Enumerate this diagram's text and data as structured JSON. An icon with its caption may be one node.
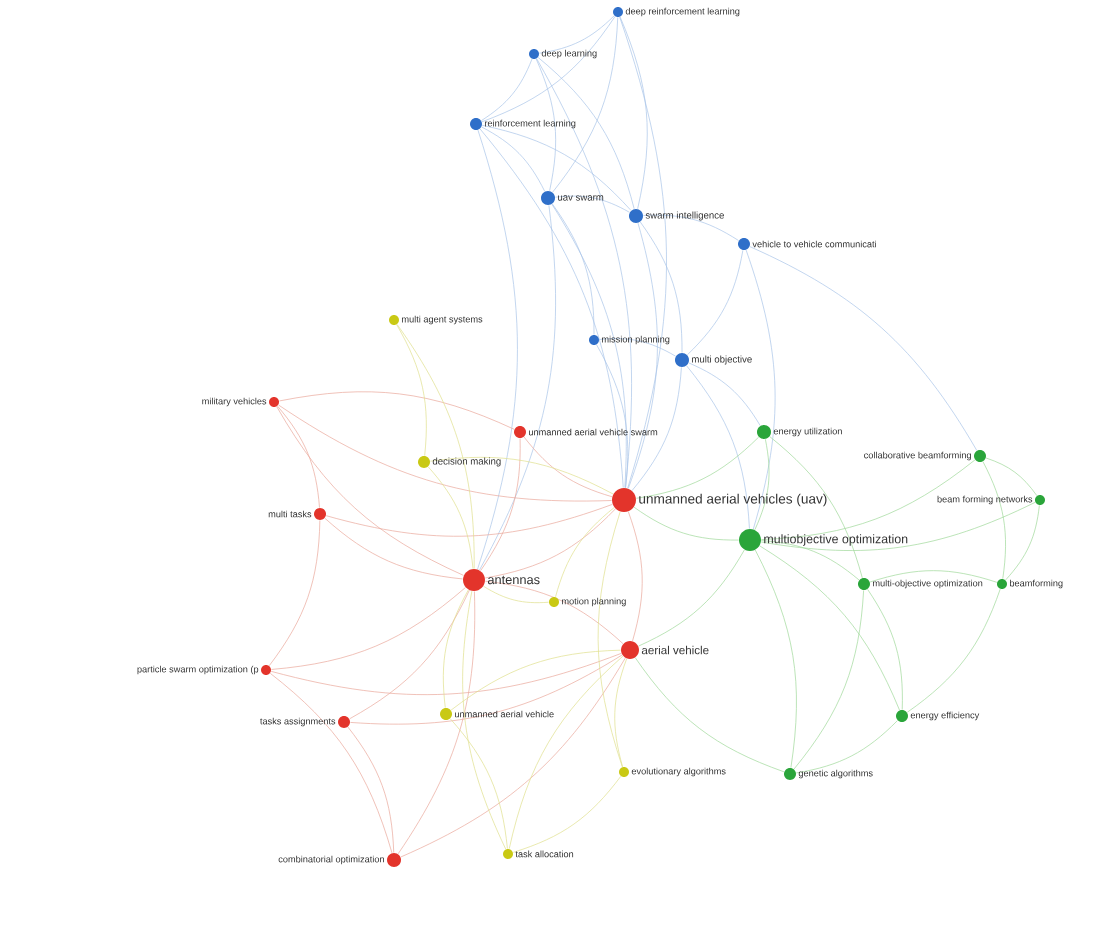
{
  "diagram": {
    "nodes": [
      {
        "text": [
          "deep reinforcement learning"
        ]
      },
      {
        "text": [
          "deep learning"
        ]
      },
      {
        "text": [
          "reinforcement learning"
        ]
      },
      {
        "text": [
          "uav swarm"
        ]
      },
      {
        "text": [
          "swarm intelligence"
        ]
      },
      {
        "text": [
          "vehicle to vehicle communicati"
        ]
      },
      {
        "text": [
          "mission planning"
        ]
      },
      {
        "text": [
          "multi objective"
        ]
      },
      {
        "text": [
          "multi agent systems"
        ]
      },
      {
        "text": [
          "military vehicles"
        ]
      },
      {
        "text": [
          "unmanned aerial vehicle swarm"
        ]
      },
      {
        "text": [
          "decision making"
        ]
      },
      {
        "text": [
          "unmanned aerial vehicles (uav)"
        ]
      },
      {
        "text": [
          "energy utilization"
        ]
      },
      {
        "text": [
          "collaborative beamforming"
        ]
      },
      {
        "text": [
          "beam forming networks"
        ]
      },
      {
        "text": [
          "multi tasks"
        ]
      },
      {
        "text": [
          "multiobjective optimization"
        ]
      },
      {
        "text": [
          "antennas"
        ]
      },
      {
        "text": [
          "multi-objective optimization"
        ]
      },
      {
        "text": [
          "beamforming"
        ]
      },
      {
        "text": [
          "motion planning"
        ]
      },
      {
        "text": [
          "aerial vehicle"
        ]
      },
      {
        "text": [
          "particle swarm optimization (p"
        ]
      },
      {
        "text": [
          "tasks assignments"
        ]
      },
      {
        "text": [
          "unmanned aerial vehicle"
        ]
      },
      {
        "text": [
          "energy efficiency"
        ]
      },
      {
        "text": [
          "evolutionary algorithms"
        ]
      },
      {
        "text": [
          "genetic algorithms"
        ]
      },
      {
        "text": [
          "combinatorial optimization"
        ]
      },
      {
        "text": [
          "task allocation"
        ]
      }
    ],
    "edges": [
      {
        "from": 0,
        "to": 1,
        "arrow": "none",
        "color": "#a9c4e8"
      },
      {
        "from": 0,
        "to": 2,
        "arrow": "none",
        "color": "#a9c4e8"
      },
      {
        "from": 0,
        "to": 3,
        "arrow": "none",
        "color": "#a9c4e8"
      },
      {
        "from": 0,
        "to": 4,
        "arrow": "none",
        "color": "#a9c4e8"
      },
      {
        "from": 0,
        "to": 12,
        "arrow": "none",
        "color": "#a9c4e8"
      },
      {
        "from": 1,
        "to": 2,
        "arrow": "none",
        "color": "#a9c4e8"
      },
      {
        "from": 1,
        "to": 3,
        "arrow": "none",
        "color": "#a9c4e8"
      },
      {
        "from": 1,
        "to": 4,
        "arrow": "none",
        "color": "#a9c4e8"
      },
      {
        "from": 1,
        "to": 12,
        "arrow": "none",
        "color": "#a9c4e8"
      },
      {
        "from": 2,
        "to": 3,
        "arrow": "none",
        "color": "#a9c4e8"
      },
      {
        "from": 2,
        "to": 4,
        "arrow": "none",
        "color": "#a9c4e8"
      },
      {
        "from": 2,
        "to": 12,
        "arrow": "none",
        "color": "#a9c4e8"
      },
      {
        "from": 2,
        "to": 18,
        "arrow": "none",
        "color": "#a9c4e8"
      },
      {
        "from": 3,
        "to": 4,
        "arrow": "none",
        "color": "#a9c4e8"
      },
      {
        "from": 3,
        "to": 6,
        "arrow": "none",
        "color": "#a9c4e8"
      },
      {
        "from": 3,
        "to": 12,
        "arrow": "none",
        "color": "#a9c4e8"
      },
      {
        "from": 3,
        "to": 18,
        "arrow": "none",
        "color": "#a9c4e8"
      },
      {
        "from": 4,
        "to": 5,
        "arrow": "none",
        "color": "#a9c4e8"
      },
      {
        "from": 4,
        "to": 7,
        "arrow": "none",
        "color": "#a9c4e8"
      },
      {
        "from": 4,
        "to": 12,
        "arrow": "none",
        "color": "#a9c4e8"
      },
      {
        "from": 5,
        "to": 7,
        "arrow": "none",
        "color": "#a9c4e8"
      },
      {
        "from": 5,
        "to": 17,
        "arrow": "none",
        "color": "#a9c4e8"
      },
      {
        "from": 5,
        "to": 14,
        "arrow": "none",
        "color": "#a9c4e8"
      },
      {
        "from": 6,
        "to": 7,
        "arrow": "none",
        "color": "#a9c4e8"
      },
      {
        "from": 6,
        "to": 12,
        "arrow": "none",
        "color": "#a9c4e8"
      },
      {
        "from": 7,
        "to": 12,
        "arrow": "none",
        "color": "#a9c4e8"
      },
      {
        "from": 7,
        "to": 17,
        "arrow": "none",
        "color": "#a9c4e8"
      },
      {
        "from": 7,
        "to": 13,
        "arrow": "none",
        "color": "#a9c4e8"
      },
      {
        "from": 12,
        "to": 18,
        "arrow": "none",
        "color": "#e9a79b"
      },
      {
        "from": 12,
        "to": 22,
        "arrow": "none",
        "color": "#e9a79b"
      },
      {
        "from": 12,
        "to": 10,
        "arrow": "none",
        "color": "#e9a79b"
      },
      {
        "from": 12,
        "to": 9,
        "arrow": "none",
        "color": "#e9a79b"
      },
      {
        "from": 12,
        "to": 16,
        "arrow": "none",
        "color": "#e9a79b"
      },
      {
        "from": 18,
        "to": 22,
        "arrow": "none",
        "color": "#e9a79b"
      },
      {
        "from": 18,
        "to": 9,
        "arrow": "none",
        "color": "#e9a79b"
      },
      {
        "from": 18,
        "to": 16,
        "arrow": "none",
        "color": "#e9a79b"
      },
      {
        "from": 18,
        "to": 23,
        "arrow": "none",
        "color": "#e9a79b"
      },
      {
        "from": 18,
        "to": 24,
        "arrow": "none",
        "color": "#e9a79b"
      },
      {
        "from": 18,
        "to": 29,
        "arrow": "none",
        "color": "#e9a79b"
      },
      {
        "from": 22,
        "to": 29,
        "arrow": "none",
        "color": "#e9a79b"
      },
      {
        "from": 22,
        "to": 24,
        "arrow": "none",
        "color": "#e9a79b"
      },
      {
        "from": 22,
        "to": 23,
        "arrow": "none",
        "color": "#e9a79b"
      },
      {
        "from": 9,
        "to": 16,
        "arrow": "none",
        "color": "#e9a79b"
      },
      {
        "from": 9,
        "to": 10,
        "arrow": "none",
        "color": "#e9a79b"
      },
      {
        "from": 16,
        "to": 23,
        "arrow": "none",
        "color": "#e9a79b"
      },
      {
        "from": 23,
        "to": 29,
        "arrow": "none",
        "color": "#e9a79b"
      },
      {
        "from": 24,
        "to": 29,
        "arrow": "none",
        "color": "#e9a79b"
      },
      {
        "from": 10,
        "to": 18,
        "arrow": "none",
        "color": "#e9a79b"
      },
      {
        "from": 8,
        "to": 11,
        "arrow": "none",
        "color": "#dfe08c"
      },
      {
        "from": 8,
        "to": 18,
        "arrow": "none",
        "color": "#dfe08c"
      },
      {
        "from": 11,
        "to": 12,
        "arrow": "none",
        "color": "#dfe08c"
      },
      {
        "from": 11,
        "to": 18,
        "arrow": "none",
        "color": "#dfe08c"
      },
      {
        "from": 21,
        "to": 18,
        "arrow": "none",
        "color": "#dfe08c"
      },
      {
        "from": 21,
        "to": 12,
        "arrow": "none",
        "color": "#dfe08c"
      },
      {
        "from": 25,
        "to": 18,
        "arrow": "none",
        "color": "#dfe08c"
      },
      {
        "from": 25,
        "to": 30,
        "arrow": "none",
        "color": "#dfe08c"
      },
      {
        "from": 27,
        "to": 12,
        "arrow": "none",
        "color": "#dfe08c"
      },
      {
        "from": 27,
        "to": 22,
        "arrow": "none",
        "color": "#dfe08c"
      },
      {
        "from": 30,
        "to": 22,
        "arrow": "none",
        "color": "#dfe08c"
      },
      {
        "from": 30,
        "to": 18,
        "arrow": "none",
        "color": "#dfe08c"
      },
      {
        "from": 25,
        "to": 22,
        "arrow": "none",
        "color": "#dfe08c"
      },
      {
        "from": 27,
        "to": 30,
        "arrow": "none",
        "color": "#dfe08c"
      },
      {
        "from": 13,
        "to": 17,
        "arrow": "none",
        "color": "#9fd89a"
      },
      {
        "from": 13,
        "to": 12,
        "arrow": "none",
        "color": "#9fd89a"
      },
      {
        "from": 14,
        "to": 15,
        "arrow": "none",
        "color": "#9fd89a"
      },
      {
        "from": 14,
        "to": 17,
        "arrow": "none",
        "color": "#9fd89a"
      },
      {
        "from": 14,
        "to": 20,
        "arrow": "none",
        "color": "#9fd89a"
      },
      {
        "from": 15,
        "to": 20,
        "arrow": "none",
        "color": "#9fd89a"
      },
      {
        "from": 15,
        "to": 17,
        "arrow": "none",
        "color": "#9fd89a"
      },
      {
        "from": 17,
        "to": 19,
        "arrow": "none",
        "color": "#9fd89a"
      },
      {
        "from": 17,
        "to": 12,
        "arrow": "none",
        "color": "#9fd89a"
      },
      {
        "from": 17,
        "to": 22,
        "arrow": "none",
        "color": "#9fd89a"
      },
      {
        "from": 19,
        "to": 20,
        "arrow": "none",
        "color": "#9fd89a"
      },
      {
        "from": 19,
        "to": 26,
        "arrow": "none",
        "color": "#9fd89a"
      },
      {
        "from": 19,
        "to": 28,
        "arrow": "none",
        "color": "#9fd89a"
      },
      {
        "from": 20,
        "to": 26,
        "arrow": "none",
        "color": "#9fd89a"
      },
      {
        "from": 17,
        "to": 28,
        "arrow": "none",
        "color": "#9fd89a"
      },
      {
        "from": 17,
        "to": 26,
        "arrow": "none",
        "color": "#9fd89a"
      },
      {
        "from": 26,
        "to": 28,
        "arrow": "none",
        "color": "#9fd89a"
      },
      {
        "from": 28,
        "to": 22,
        "arrow": "none",
        "color": "#9fd89a"
      },
      {
        "from": 13,
        "to": 19,
        "arrow": "none",
        "color": "#9fd89a"
      }
    ]
  }
}
